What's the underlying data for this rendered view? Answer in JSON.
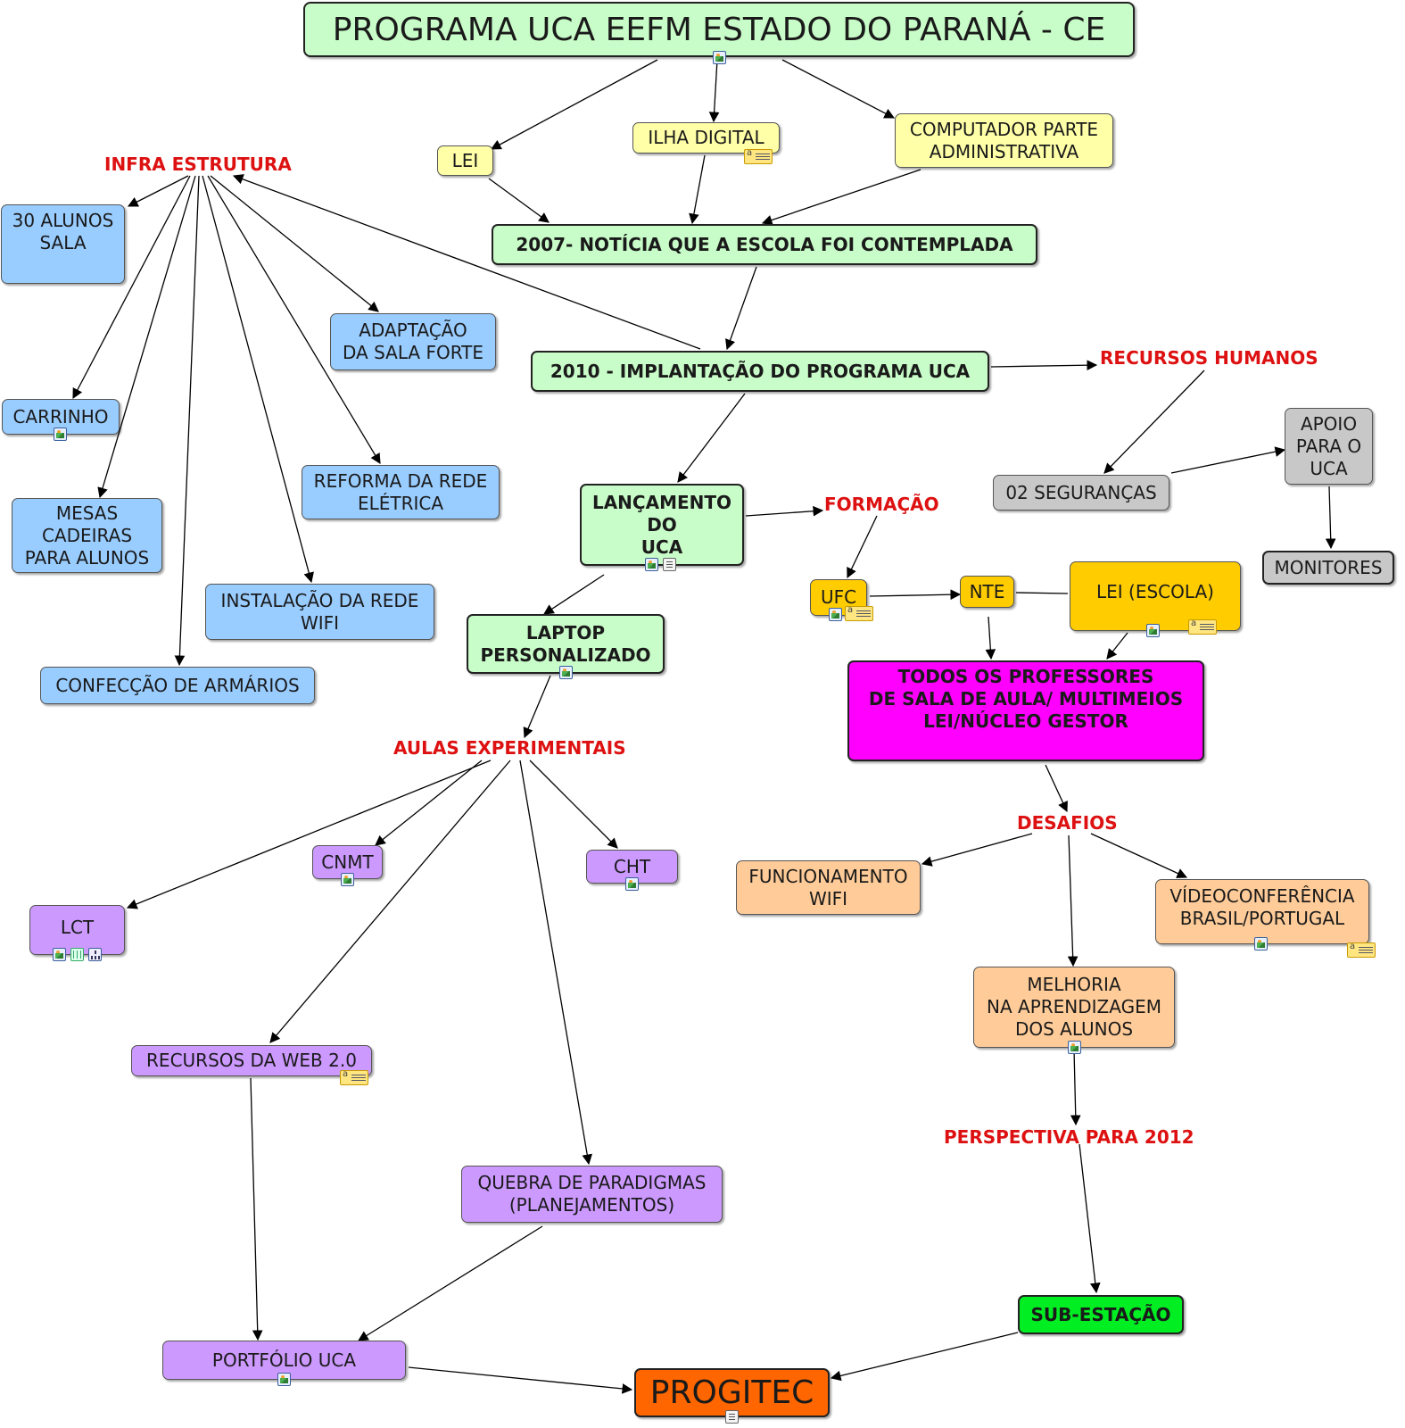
{
  "title": "PROGRAMA UCA EEFM ESTADO DO PARANÁ - CE",
  "boxes": {
    "lei": "LEI",
    "ilha_digital": "ILHA DIGITAL",
    "computador": "COMPUTADOR PARTE\nADMINISTRATIVA",
    "noticia_2007": "2007- NOTÍCIA QUE A ESCOLA FOI CONTEMPLADA",
    "implantacao_2010": "2010 - IMPLANTAÇÃO DO PROGRAMA UCA",
    "lancamento": "LANÇAMENTO\nDO\nUCA",
    "laptop": "LAPTOP\nPERSONALIZADO",
    "alunos_sala": "30 ALUNOS\nSALA",
    "carrinho": "CARRINHO",
    "mesas": "MESAS\nCADEIRAS\nPARA ALUNOS",
    "adaptacao": "ADAPTAÇÃO\nDA SALA FORTE",
    "reforma": "REFORMA DA REDE\nELÉTRICA",
    "instalacao": "INSTALAÇÃO DA REDE\nWIFI",
    "armarios": "CONFECÇÃO DE ARMÁRIOS",
    "segurancas": "02 SEGURANÇAS",
    "apoio": "APOIO\nPARA O\nUCA",
    "monitores": "MONITORES",
    "ufc": "UFC",
    "nte": "NTE",
    "lei_escola": "LEI (ESCOLA)",
    "professores": "TODOS OS PROFESSORES\nDE SALA DE AULA/ MULTIMEIOS\nLEI/NÚCLEO GESTOR",
    "cnmt": "CNMT",
    "cht": "CHT",
    "lct": "LCT",
    "recursos_web": "RECURSOS DA WEB 2.0",
    "quebra": "QUEBRA DE PARADIGMAS\n(PLANEJAMENTOS)",
    "portfolio": "PORTFÓLIO UCA",
    "funcionamento": "FUNCIONAMENTO\nWIFI",
    "video": "VÍDEOCONFERÊNCIA\nBRASIL/PORTUGAL",
    "melhoria": "MELHORIA\nNA APRENDIZAGEM\nDOS ALUNOS",
    "sub_estacao": "SUB-ESTAÇÃO",
    "progitec": "PROGITEC"
  },
  "labels": {
    "infra": "INFRA ESTRUTURA",
    "recursos_humanos": "RECURSOS HUMANOS",
    "formacao": "FORMAÇÃO",
    "aulas": "AULAS EXPERIMENTAIS",
    "desafios": "DESAFIOS",
    "perspectiva": "PERSPECTIVA PARA 2012"
  },
  "icons": [
    "image-icon",
    "note-icon",
    "document-icon",
    "spreadsheet-icon",
    "hierarchy-icon"
  ],
  "colors": {
    "title_fill": "#c8fcc8",
    "yellow_fill": "#ffffa8",
    "blue_fill": "#99ccff",
    "gray_fill": "#c8c8c8",
    "purple_fill": "#cc99ff",
    "orange_fill": "#ffcc99",
    "gold_fill": "#ffcc00",
    "magenta_fill": "#ff00ff",
    "subestacao_fill": "#00ee22",
    "progitec_fill": "#ff6600",
    "linking_phrase": "#dd1111"
  }
}
